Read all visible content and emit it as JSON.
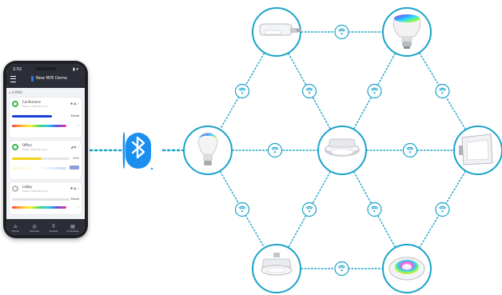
{
  "phone": {
    "status_time": "2:52",
    "status_icons": "▮ ▾",
    "app_title": "New NYE Demo",
    "group_label": "LIVING",
    "tabs": [
      {
        "label": "Home",
        "icon": "⌂"
      },
      {
        "label": "Devices",
        "icon": "◎"
      },
      {
        "label": "Scenes",
        "icon": "⠿"
      },
      {
        "label": "Schedules",
        "icon": "▤"
      }
    ],
    "cards": [
      {
        "name": "Conference",
        "subtitle": "Mode: smart RF sync",
        "value": "Mixed",
        "on": true,
        "bar_color": "#1a3fd8",
        "level": 0.68,
        "controls": "✺ ◐ ›"
      },
      {
        "name": "Office",
        "subtitle": "Mode: smart RF sync",
        "value": "51%",
        "on": true,
        "bar_color": "#f3d21a",
        "level": 0.51,
        "controls": "◢ ◐ ›"
      },
      {
        "name": "Lobby",
        "subtitle": "Mode: smart RF sync",
        "value": "Mixed",
        "on": false,
        "bar_color": "#d9dbe0",
        "level": 0.05,
        "controls": "✺ ◐ ›"
      }
    ]
  },
  "colors": {
    "bluetooth": "#1a8ff0",
    "link": "#1aa3c9",
    "node_border": "#1aa3c9",
    "wifi": "#1aa3c9"
  },
  "diagram": {
    "nodes": [
      {
        "id": "street-light",
        "icon": "street-light-icon"
      },
      {
        "id": "br30-color-bulb",
        "icon": "color-bulb-icon"
      },
      {
        "id": "a19-bulb",
        "icon": "a19-bulb-icon"
      },
      {
        "id": "downlight",
        "icon": "downlight-icon"
      },
      {
        "id": "wall-pack",
        "icon": "wall-pack-icon"
      },
      {
        "id": "high-bay",
        "icon": "high-bay-icon"
      },
      {
        "id": "color-recessed",
        "icon": "color-recessed-icon"
      }
    ],
    "edges": [
      [
        "street-light",
        "br30-color-bulb"
      ],
      [
        "street-light",
        "a19-bulb"
      ],
      [
        "street-light",
        "downlight"
      ],
      [
        "br30-color-bulb",
        "downlight"
      ],
      [
        "br30-color-bulb",
        "wall-pack"
      ],
      [
        "a19-bulb",
        "downlight"
      ],
      [
        "downlight",
        "wall-pack"
      ],
      [
        "a19-bulb",
        "high-bay"
      ],
      [
        "downlight",
        "high-bay"
      ],
      [
        "downlight",
        "color-recessed"
      ],
      [
        "wall-pack",
        "color-recessed"
      ],
      [
        "high-bay",
        "color-recessed"
      ]
    ],
    "bluetooth_links": [
      [
        "phone",
        "bluetooth"
      ],
      [
        "bluetooth",
        "a19-bulb"
      ]
    ]
  }
}
